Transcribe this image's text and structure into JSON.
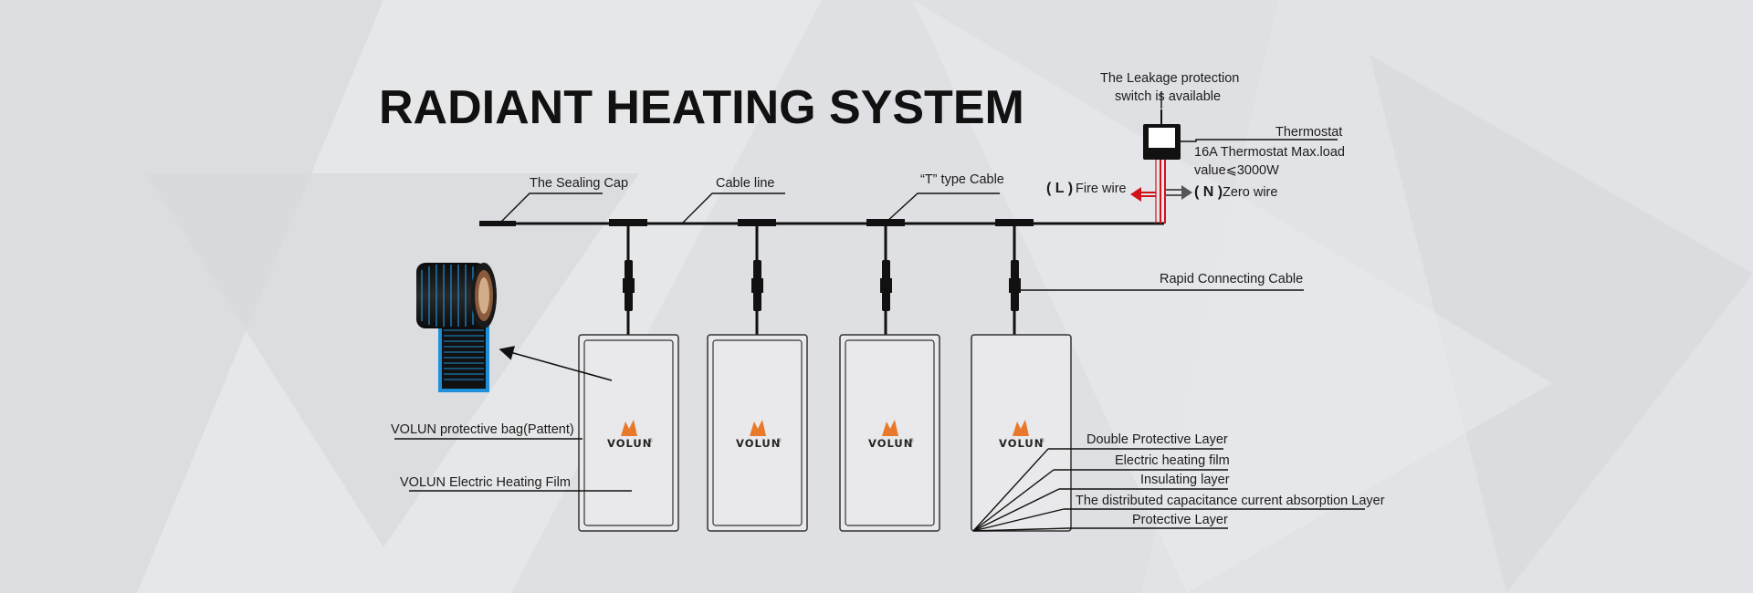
{
  "title": "RADIANT HEATING SYSTEM",
  "labels": {
    "sealing_cap": "The Sealing Cap",
    "cable_line": "Cable line",
    "t_type_cable": "“T” type Cable",
    "leakage_line1": "The Leakage protection",
    "leakage_line2": "switch is available",
    "thermostat": "Thermostat",
    "thermostat_spec1": "16A Thermostat Max.load",
    "thermostat_spec2": "value⩽3000W",
    "fire_wire_letter": "( L )",
    "fire_wire": "Fire wire",
    "zero_wire_letter": "( N )",
    "zero_wire": "Zero wire",
    "rapid_connecting_cable": "Rapid Connecting Cable",
    "protective_bag": "VOLUN protective bag(Pattent)",
    "electric_heating_film": "VOLUN Electric Heating Film"
  },
  "brand": "VOLUN",
  "brand_mark": "®",
  "layers": [
    "Double Protective Layer",
    "Electric heating film",
    "Insulating layer",
    "The distributed capacitance current absorption Layer",
    "Protective Layer"
  ],
  "colors": {
    "background": "#e4e5e7",
    "brand_orange": "#e8782a",
    "fire_wire": "#d0121b",
    "zero_wire": "#555555",
    "film_blue": "#1f8fd8"
  }
}
